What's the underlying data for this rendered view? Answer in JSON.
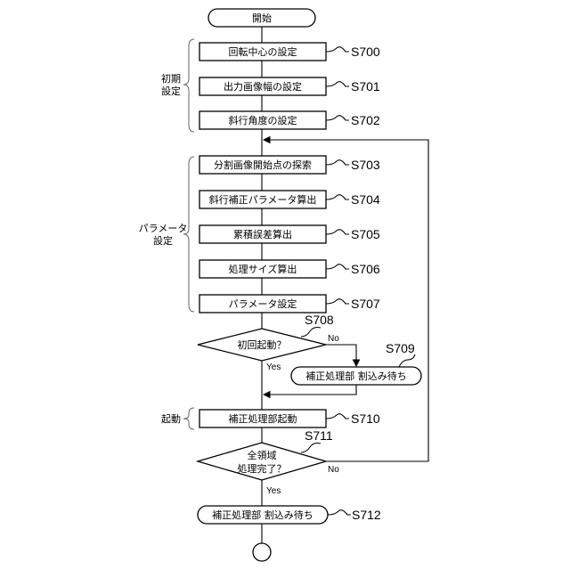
{
  "start": {
    "label": "開始"
  },
  "groups": {
    "initial": {
      "label_line1": "初期",
      "label_line2": "設定"
    },
    "param": {
      "label_line1": "パラメータ",
      "label_line2": "設定"
    },
    "launch": {
      "label": "起動"
    }
  },
  "steps": [
    {
      "label": "回転中心の設定",
      "id": "S700"
    },
    {
      "label": "出力画像幅の設定",
      "id": "S701"
    },
    {
      "label": "斜行角度の設定",
      "id": "S702"
    },
    {
      "label": "分割画像開始点の探索",
      "id": "S703"
    },
    {
      "label": "斜行補正パラメータ算出",
      "id": "S704"
    },
    {
      "label": "累積誤差算出",
      "id": "S705"
    },
    {
      "label": "処理サイズ算出",
      "id": "S706"
    },
    {
      "label": "パラメータ設定",
      "id": "S707"
    }
  ],
  "decision1": {
    "label": "初回起動？",
    "id": "S708",
    "no": "No",
    "yes": "Yes"
  },
  "wait1": {
    "label": "補正処理部 割込み待ち",
    "id": "S709"
  },
  "launch_step": {
    "label": "補正処理部起動",
    "id": "S710"
  },
  "decision2": {
    "line1": "全領域",
    "line2": "処理完了？",
    "id": "S711",
    "no": "No",
    "yes": "Yes"
  },
  "wait2": {
    "label": "補正処理部 割込み待ち",
    "id": "S712"
  }
}
